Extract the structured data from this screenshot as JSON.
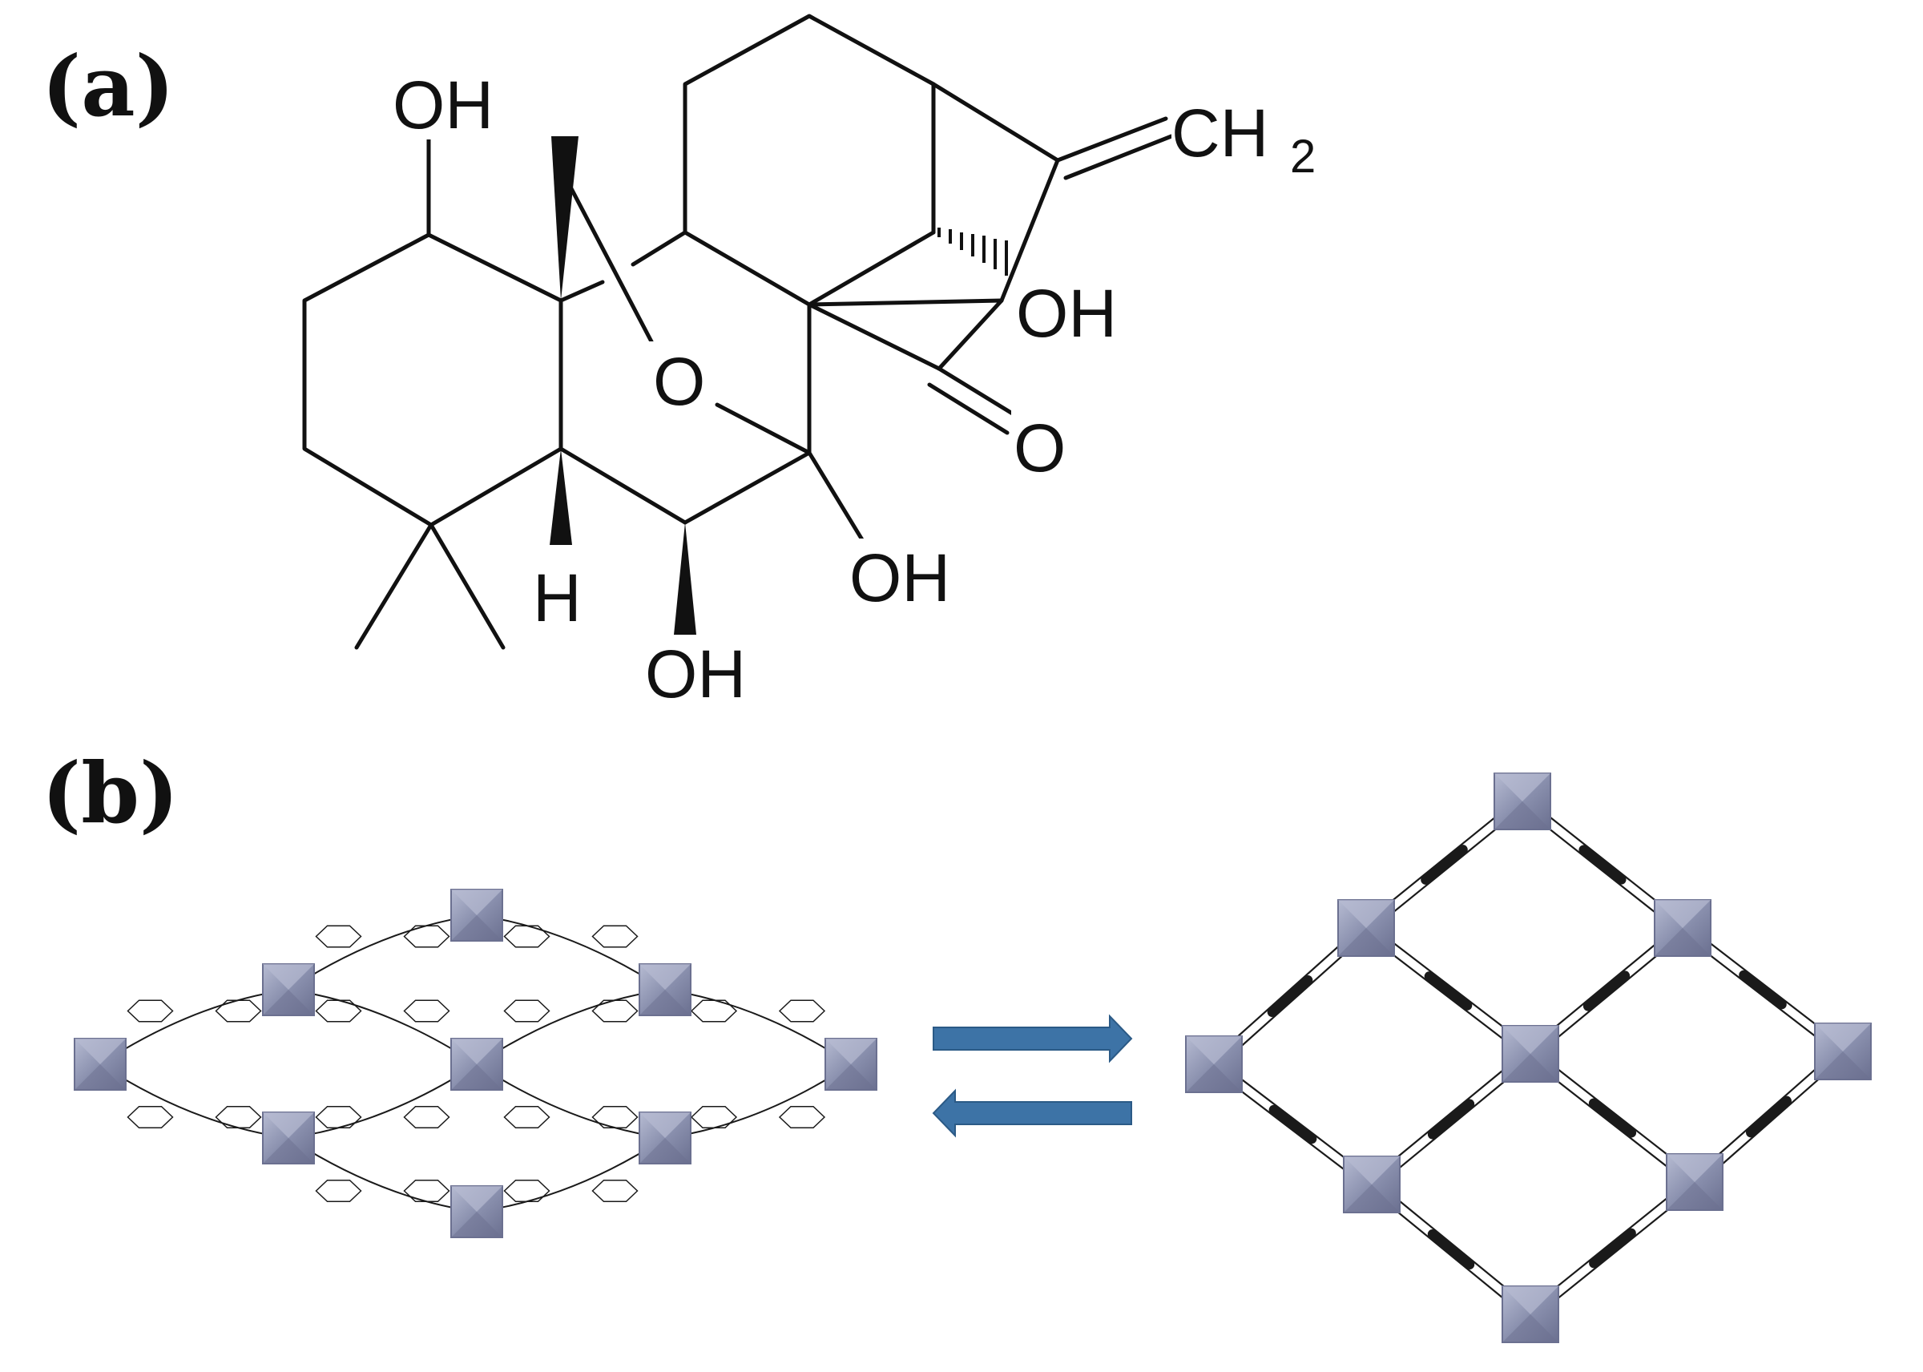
{
  "panel_labels": {
    "a": "(a)",
    "b": "(b)"
  },
  "molecule": {
    "atom_labels": {
      "oh_top": "OH",
      "ch2_main": "CH",
      "ch2_sub": "2",
      "oh_right": "OH",
      "o_bridge": "O",
      "o_carbonyl": "O",
      "h_label": "H",
      "oh_lower_right": "OH",
      "oh_bottom": "OH"
    },
    "colors": {
      "bond": "#111111"
    }
  },
  "frameworks": {
    "node_color": "#8a90ae",
    "node_light": "#b6bbd2",
    "node_dark": "#6b7090",
    "oxygen_color": "#e23b3b",
    "linker_color": "#1a1a1a",
    "arrow_color": "#3d73a6"
  }
}
